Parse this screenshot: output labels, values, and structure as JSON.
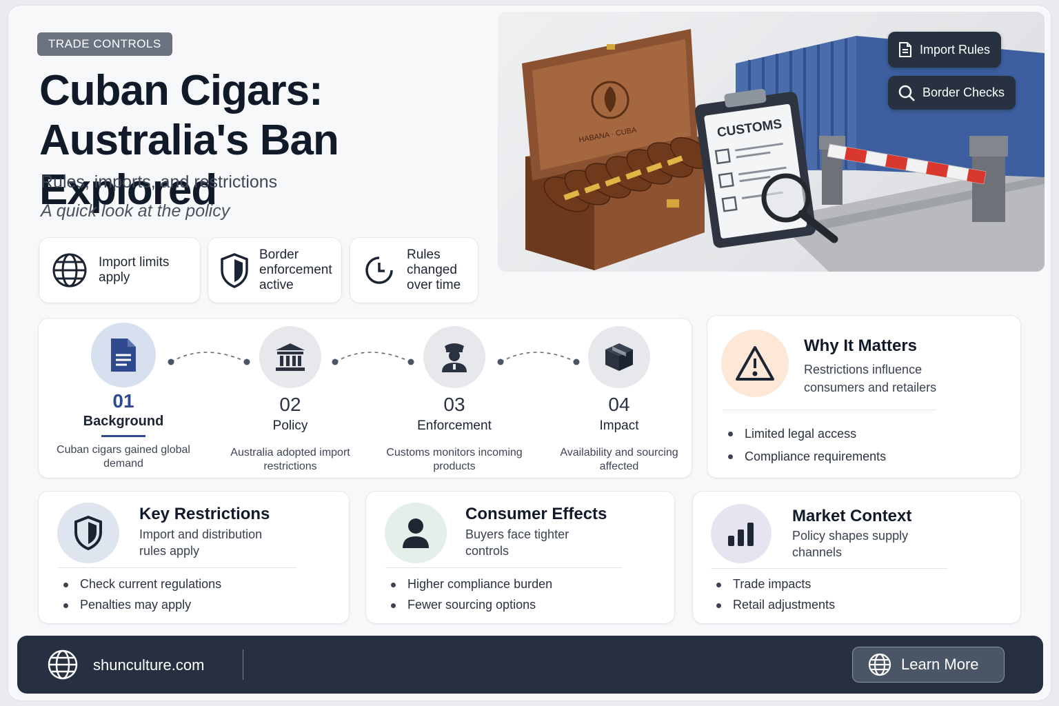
{
  "header": {
    "tag": "TRADE CONTROLS",
    "title_line1": "Cuban Cigars:",
    "title_line2": "Australia's Ban Explored",
    "subtitle": "Rules, imports, and restrictions",
    "tagline": "A quick look at the policy"
  },
  "features": [
    {
      "icon": "globe-icon",
      "label": "Import limits apply"
    },
    {
      "icon": "shield-icon",
      "label": "Border enforcement active"
    },
    {
      "icon": "clock-icon",
      "label": "Rules changed over time"
    }
  ],
  "hero": {
    "box_label": "HABANA · CUBA",
    "clipboard_label": "CUSTOMS",
    "pill_import": "Import Rules",
    "pill_border": "Border Checks"
  },
  "timeline": [
    {
      "num": "01",
      "name": "Background",
      "desc": "Cuban cigars gained global demand",
      "icon": "document-icon",
      "active": true
    },
    {
      "num": "02",
      "name": "Policy",
      "desc": "Australia adopted import restrictions",
      "icon": "government-building-icon",
      "active": false
    },
    {
      "num": "03",
      "name": "Enforcement",
      "desc": "Customs monitors incoming products",
      "icon": "customs-officer-icon",
      "active": false
    },
    {
      "num": "04",
      "name": "Impact",
      "desc": "Availability and sourcing affected",
      "icon": "package-icon",
      "active": false
    }
  ],
  "why": {
    "title": "Why It Matters",
    "desc": "Restrictions influence consumers and retailers",
    "bullets": [
      "Limited legal access",
      "Compliance requirements"
    ]
  },
  "cards": [
    {
      "title": "Key Restrictions",
      "desc": "Import and distribution rules apply",
      "bullets": [
        "Check current regulations",
        "Penalties may apply"
      ],
      "icon": "shield-icon"
    },
    {
      "title": "Consumer Effects",
      "desc": "Buyers face tighter controls",
      "bullets": [
        "Higher compliance burden",
        "Fewer sourcing options"
      ],
      "icon": "user-icon"
    },
    {
      "title": "Market Context",
      "desc": "Policy shapes supply channels",
      "bullets": [
        "Trade impacts",
        "Retail adjustments"
      ],
      "icon": "bar-chart-icon"
    }
  ],
  "footer": {
    "site": "shunculture.com",
    "cta": "Learn More"
  },
  "colors": {
    "accent": "#2e4a8c",
    "dark": "#263041",
    "warning_bg": "#fde8d8"
  }
}
